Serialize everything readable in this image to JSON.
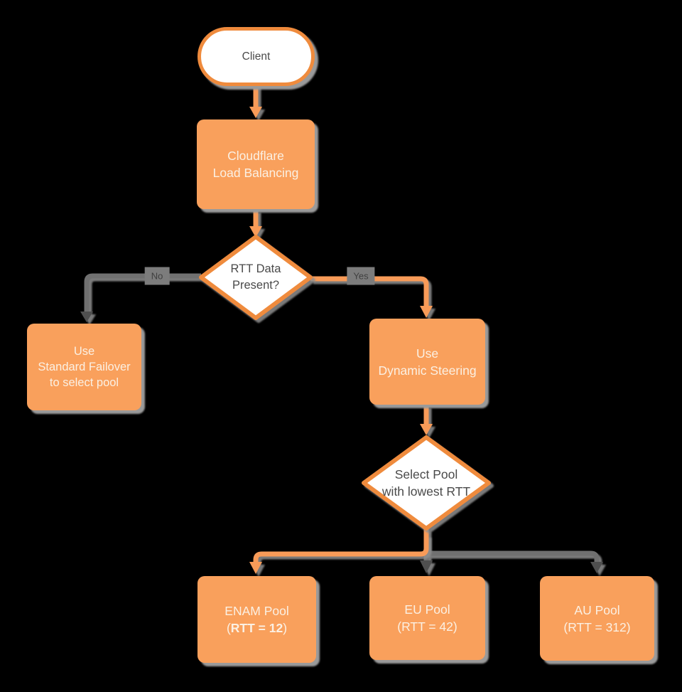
{
  "diagram": {
    "title": "Cloudflare Load Balancing dynamic steering flowchart",
    "colors": {
      "background": "#000000",
      "node_fill_orange": "#F9A05C",
      "shape_border_orange": "#EF8B3D",
      "connector_orange": "#F89B59",
      "connector_gray": "#6F6F6F",
      "arrowhead_dark": "#4F4F4F",
      "shadow_gray": "#9A9A9A",
      "text_light": "#FBF0E3",
      "text_dark": "#4A4A4A"
    },
    "nodes": {
      "client": {
        "label": "Client"
      },
      "load_balancing": {
        "line1": "Cloudflare",
        "line2": "Load Balancing"
      },
      "rtt_decision": {
        "line1": "RTT Data",
        "line2": "Present?"
      },
      "standard_failover": {
        "line1": "Use",
        "line2": "Standard Failover",
        "line3": "to select pool"
      },
      "dynamic_steering": {
        "line1": "Use",
        "line2": "Dynamic Steering"
      },
      "select_pool_decision": {
        "line1": "Select Pool",
        "line2": "with lowest RTT"
      },
      "enam_pool": {
        "line1": "ENAM Pool",
        "line2_open": "(",
        "line2_bold": "RTT = 12",
        "line2_close": ")"
      },
      "eu_pool": {
        "line1": "EU Pool",
        "line2": "(RTT = 42)"
      },
      "au_pool": {
        "line1": "AU Pool",
        "line2": "(RTT = 312)"
      }
    },
    "edge_labels": {
      "no": "No",
      "yes": "Yes"
    }
  }
}
